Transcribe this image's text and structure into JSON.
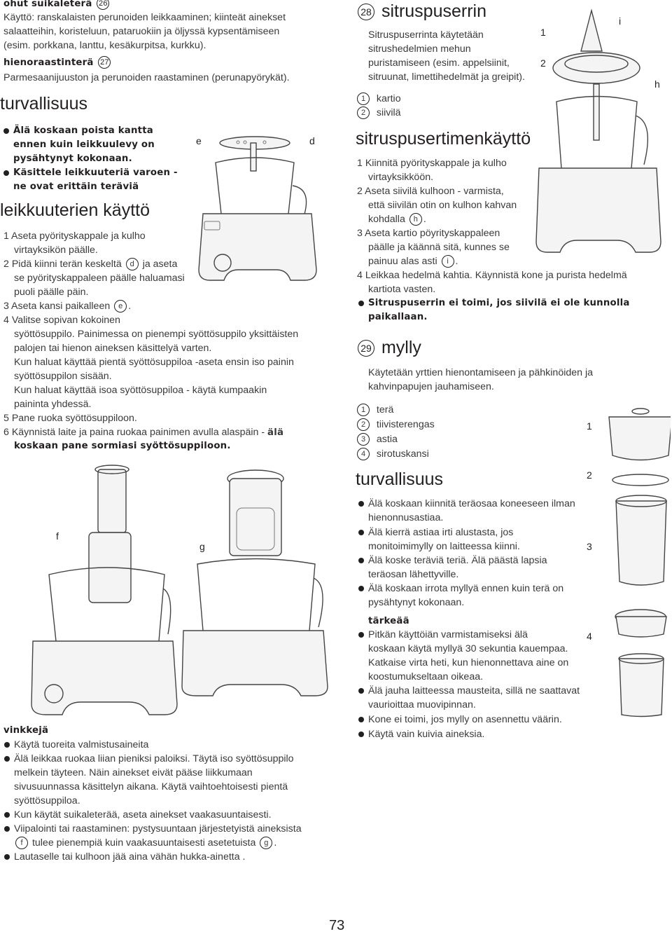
{
  "left": {
    "slicer": {
      "title": "ohut suikaleterä",
      "ref": "26",
      "lines": [
        "Käyttö: ranskalaisten perunoiden leikkaaminen; kiinteät ainekset",
        "salaatteihin, koristeluun, pataruokiin ja öljyssä kypsentämiseen",
        "(esim. porkkana, lanttu, kesäkurpitsa, kurkku)."
      ]
    },
    "grater": {
      "title": "hienoraastinterä",
      "ref": "27",
      "line": "Parmesaanijuuston ja perunoiden raastaminen (perunapyörykät)."
    },
    "safety": {
      "heading": "turvallisuus",
      "bullet1": [
        "Älä koskaan poista kantta",
        "ennen kuin leikkuulevy on",
        "pysähtynyt kokonaan."
      ],
      "bullet2": [
        "Käsittele leikkuuteriä varoen -",
        "ne ovat erittäin teräviä"
      ]
    },
    "usage": {
      "heading": "leikkuuterien käyttö",
      "lines": [
        "1 Aseta pyörityskappale ja kulho",
        "virtayksikön päälle.",
        "2 Pidä kiinni terän keskeltä",
        "ja aseta",
        "se pyörityskappaleen päälle haluamasi",
        "puoli päälle päin.",
        "3 Aseta kansi paikalleen",
        "4 Valitse sopivan kokoinen",
        "syöttösuppilo. Painimessa on pienempi syöttösuppilo yksittäisten",
        "palojen tai hienon aineksen käsittelyä varten.",
        "Kun haluat käyttää pientä syöttösuppiloa -aseta ensin iso painin",
        "syöttösuppilon sisään.",
        "Kun haluat käyttää isoa syöttösuppiloa - käytä kumpaakin",
        "paininta yhdessä.",
        "5 Pane ruoka syöttösuppiloon.",
        "6 Käynnistä laite ja paina ruokaa painimen avulla alaspäin -",
        "älä",
        "koskaan pane sormiasi syöttösuppiloon."
      ],
      "ref_d": "d",
      "ref_e": "e",
      "dot": "."
    },
    "tips": {
      "heading": "vinkkejä",
      "lines": [
        "Käytä tuoreita valmistusaineita",
        "Älä leikkaa ruokaa liian pieniksi paloiksi. Täytä iso syöttösuppilo",
        "melkein täyteen. Näin ainekset eivät pääse liikkumaan",
        "sivusuunnassa käsittelyn aikana. Käytä vaihtoehtoisesti pientä",
        "syöttösuppiloa.",
        "Kun käytät suikaleterää, aseta ainekset vaakasuuntaisesti.",
        "Viipalointi tai raastaminen: pystysuuntaan järjestetyistä aineksista",
        "tulee pienempiä kuin vaakasuuntaisesti asetetuista",
        "Lautaselle tai kulhoon jää aina vähän hukka-ainetta ."
      ],
      "ref_f": "f",
      "ref_g": "g",
      "dot": "."
    },
    "figure_labels": {
      "e": "e",
      "d": "d",
      "f": "f",
      "g": "g"
    }
  },
  "right": {
    "juicer": {
      "ref": "28",
      "heading": "sitruspuserrin",
      "intro": [
        "Sitruspuserrinta käytetään",
        "sitrushedelmien mehun",
        "puristamiseen (esim. appelsiinit,",
        "sitruunat, limettihedelmät ja greipit)."
      ],
      "parts": [
        {
          "num": "1",
          "label": "kartio"
        },
        {
          "num": "2",
          "label": "siivilä"
        }
      ],
      "use_heading": "sitruspusertimenkäyttö",
      "steps": [
        "1 Kiinnitä pyörityskappale ja kulho",
        "virtayksikköön.",
        "2 Aseta siivilä kulhoon - varmista,",
        "että siivilän otin on kulhon kahvan",
        "kohdalla",
        "3 Aseta kartio pöyrityskappaleen",
        "päälle ja käännä sitä, kunnes se",
        "painuu alas asti",
        "4 Leikkaa hedelmä kahtia. Käynnistä kone ja purista hedelmä",
        "kartiota vasten."
      ],
      "ref_h": "h",
      "ref_i": "i",
      "dot": ".",
      "warning": [
        "Sitruspuserrin ei toimi, jos siivilä ei ole kunnolla",
        "paikallaan."
      ],
      "figure_labels": {
        "one": "1",
        "two": "2",
        "i": "i",
        "h": "h"
      }
    },
    "mill": {
      "ref": "29",
      "heading": "mylly",
      "intro": [
        "Käytetään yrttien hienontamiseen ja pähkinöiden ja",
        "kahvinpapujen jauhamiseen."
      ],
      "parts": [
        {
          "num": "1",
          "label": "terä"
        },
        {
          "num": "2",
          "label": "tiivisterengas"
        },
        {
          "num": "3",
          "label": "astia"
        },
        {
          "num": "4",
          "label": "sirotuskansi"
        }
      ],
      "safety_heading": "turvallisuus",
      "safety": [
        [
          "Älä koskaan kiinnitä teräosaa koneeseen ilman",
          "hienonnusastiaa."
        ],
        [
          "Älä kierrä astiaa irti alustasta, jos",
          "monitoimimylly on laitteessa kiinni."
        ],
        [
          "Älä koske teräviä teriä. Älä päästä lapsia",
          "teräosan lähettyville."
        ],
        [
          "Älä koskaan irrota myllyä ennen kuin terä on",
          "pysähtynyt kokonaan."
        ]
      ],
      "important_heading": "tärkeää",
      "important": [
        [
          "Pitkän käyttöiän varmistamiseksi älä",
          "koskaan käytä myllyä 30 sekuntia kauempaa.",
          "Katkaise virta heti, kun hienonnettava aine on",
          "koostumukseltaan oikeaa."
        ],
        [
          "Älä jauha laitteessa mausteita, sillä ne saattavat",
          "vaurioittaa muovipinnan."
        ],
        [
          "Kone ei toimi, jos mylly on asennettu väärin."
        ],
        [
          "Käytä vain kuivia aineksia."
        ]
      ],
      "figure_labels": {
        "one": "1",
        "two": "2",
        "three": "3",
        "four": "4"
      }
    }
  },
  "page_number": "73"
}
